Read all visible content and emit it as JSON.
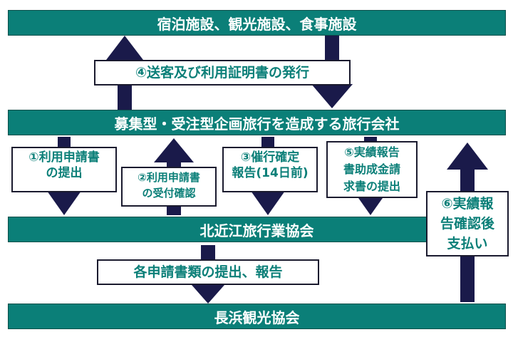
{
  "bands": {
    "facilities": "宿泊施設、観光施設、食事施設",
    "travel_agency": "募集型・受注型企画旅行を造成する旅行会社",
    "kitaomi": "北近江旅行業協会",
    "nagahama": "長浜観光協会"
  },
  "labels": {
    "step4": "④送客及び利用証明書の発行",
    "step1": "①利用申請書\nの提出",
    "step2": "②利用申請書\nの受付確認",
    "step3": "③催行確定\n報告(14日前)",
    "step5": "⑤実績報告\n書助成金請\n求書の提出",
    "step6": "⑥実績報\n告確認後\n支払い",
    "submit_report": "各申請書類の提出、報告"
  },
  "colors": {
    "band": "#0b7f78",
    "arrow": "#1a1a4a",
    "label_text": "#0b7f78"
  }
}
